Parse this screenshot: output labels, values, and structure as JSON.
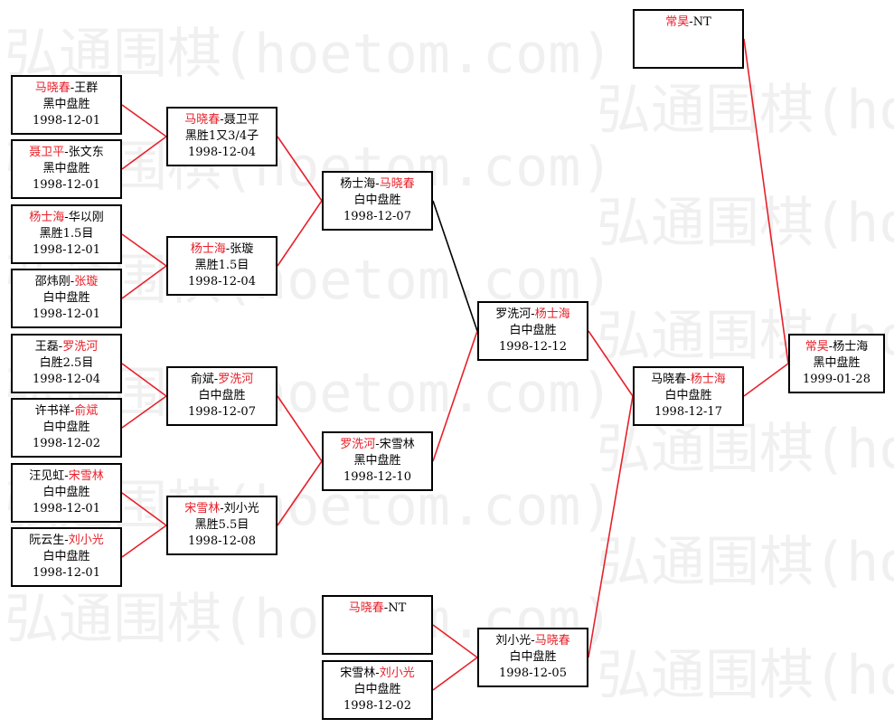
{
  "watermark": "弘通围棋(hoetom.com)",
  "line_colors": {
    "winner": "#e8202a",
    "loser": "#000000"
  },
  "matches": {
    "r1_1": {
      "p1": "马晓春",
      "p2": "王群",
      "winner": 1,
      "result": "黑中盘胜",
      "date": "1998-12-01"
    },
    "r1_2": {
      "p1": "聂卫平",
      "p2": "张文东",
      "winner": 1,
      "result": "黑中盘胜",
      "date": "1998-12-01"
    },
    "r1_3": {
      "p1": "杨士海",
      "p2": "华以刚",
      "winner": 1,
      "result": "黑胜1.5目",
      "date": "1998-12-01"
    },
    "r1_4": {
      "p1": "邵炜刚",
      "p2": "张璇",
      "winner": 2,
      "result": "白中盘胜",
      "date": "1998-12-01"
    },
    "r1_5": {
      "p1": "王磊",
      "p2": "罗洗河",
      "winner": 2,
      "result": "白胜2.5目",
      "date": "1998-12-04"
    },
    "r1_6": {
      "p1": "许书祥",
      "p2": "俞斌",
      "winner": 2,
      "result": "白中盘胜",
      "date": "1998-12-02"
    },
    "r1_7": {
      "p1": "汪见虹",
      "p2": "宋雪林",
      "winner": 2,
      "result": "白中盘胜",
      "date": "1998-12-01"
    },
    "r1_8": {
      "p1": "阮云生",
      "p2": "刘小光",
      "winner": 2,
      "result": "白中盘胜",
      "date": "1998-12-01"
    },
    "r2_1": {
      "p1": "马晓春",
      "p2": "聂卫平",
      "winner": 1,
      "result": "黑胜1又3/4子",
      "date": "1998-12-04"
    },
    "r2_2": {
      "p1": "杨士海",
      "p2": "张璇",
      "winner": 1,
      "result": "黑胜1.5目",
      "date": "1998-12-04"
    },
    "r2_3": {
      "p1": "俞斌",
      "p2": "罗洗河",
      "winner": 2,
      "result": "白中盘胜",
      "date": "1998-12-07"
    },
    "r2_4": {
      "p1": "宋雪林",
      "p2": "刘小光",
      "winner": 1,
      "result": "黑胜5.5目",
      "date": "1998-12-08"
    },
    "r3_1": {
      "p1": "杨士海",
      "p2": "马晓春",
      "winner": 2,
      "result": "白中盘胜",
      "date": "1998-12-07"
    },
    "r3_2": {
      "p1": "罗洗河",
      "p2": "宋雪林",
      "winner": 1,
      "result": "黑中盘胜",
      "date": "1998-12-10"
    },
    "l1": {
      "p1": "马晓春",
      "p2": "NT",
      "winner": 1,
      "result": "",
      "date": ""
    },
    "l2": {
      "p1": "宋雪林",
      "p2": "刘小光",
      "winner": 2,
      "result": "白中盘胜",
      "date": "1998-12-02"
    },
    "r4": {
      "p1": "罗洗河",
      "p2": "杨士海",
      "winner": 2,
      "result": "白中盘胜",
      "date": "1998-12-12"
    },
    "l3": {
      "p1": "刘小光",
      "p2": "马晓春",
      "winner": 2,
      "result": "白中盘胜",
      "date": "1998-12-05"
    },
    "r5": {
      "p1": "马晓春",
      "p2": "杨士海",
      "winner": 2,
      "result": "白中盘胜",
      "date": "1998-12-17"
    },
    "champ": {
      "p1": "常昊",
      "p2": "NT",
      "winner": 1,
      "result": "",
      "date": ""
    },
    "final": {
      "p1": "常昊",
      "p2": "杨士海",
      "winner": 1,
      "result": "黑中盘胜",
      "date": "1999-01-28"
    }
  }
}
